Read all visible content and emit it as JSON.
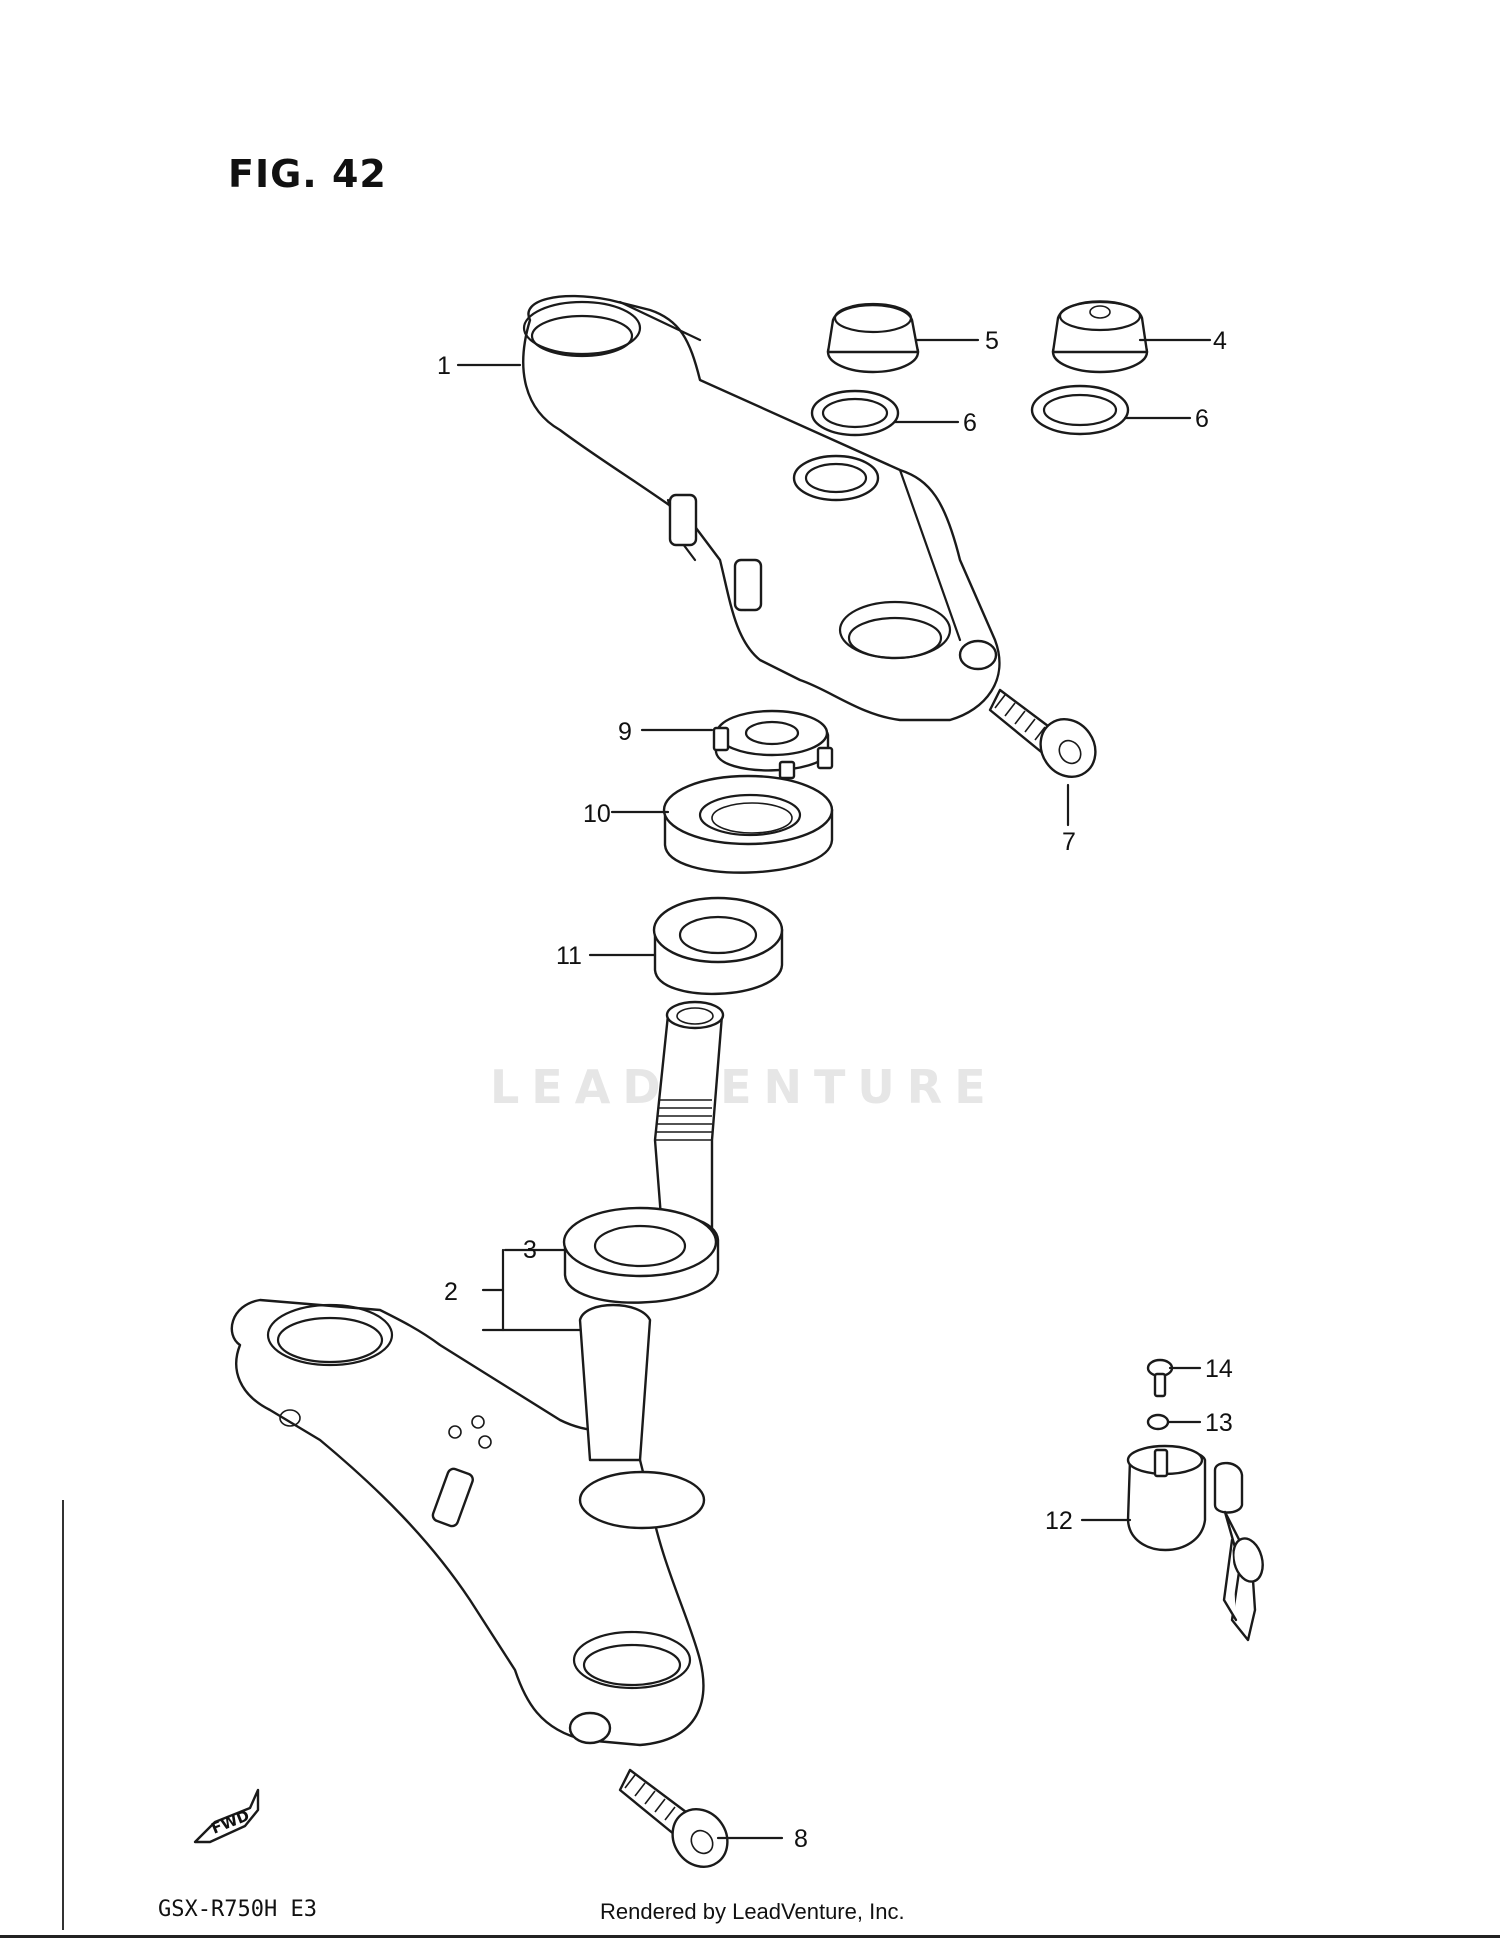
{
  "figure": {
    "title": "FIG. 42"
  },
  "watermark": "LEADVENTURE",
  "footer": {
    "model": "GSX-R750H E3",
    "rendered_by": "Rendered by LeadVenture, Inc."
  },
  "fwd_label": "FWD",
  "callouts": [
    "1",
    "2",
    "3",
    "4",
    "5",
    "6",
    "6",
    "7",
    "8",
    "9",
    "10",
    "11",
    "12",
    "13",
    "14"
  ]
}
